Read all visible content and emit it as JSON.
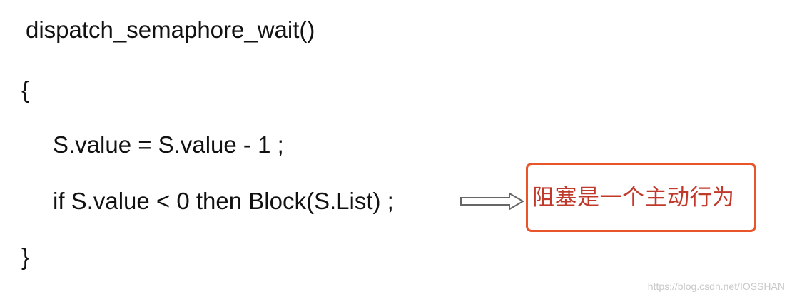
{
  "code": {
    "lines": [
      "dispatch_semaphore_wait()",
      "{",
      "S.value = S.value - 1 ;",
      "if S.value < 0 then Block(S.List) ;",
      "}"
    ]
  },
  "annotation": {
    "arrow_icon": "double-arrow-right-icon",
    "text": "阻塞是一个主动行为",
    "text_color": "#c0392b",
    "border_color": "#e8552a"
  },
  "watermark": {
    "text": "https://blog.csdn.net/IOSSHAN"
  }
}
